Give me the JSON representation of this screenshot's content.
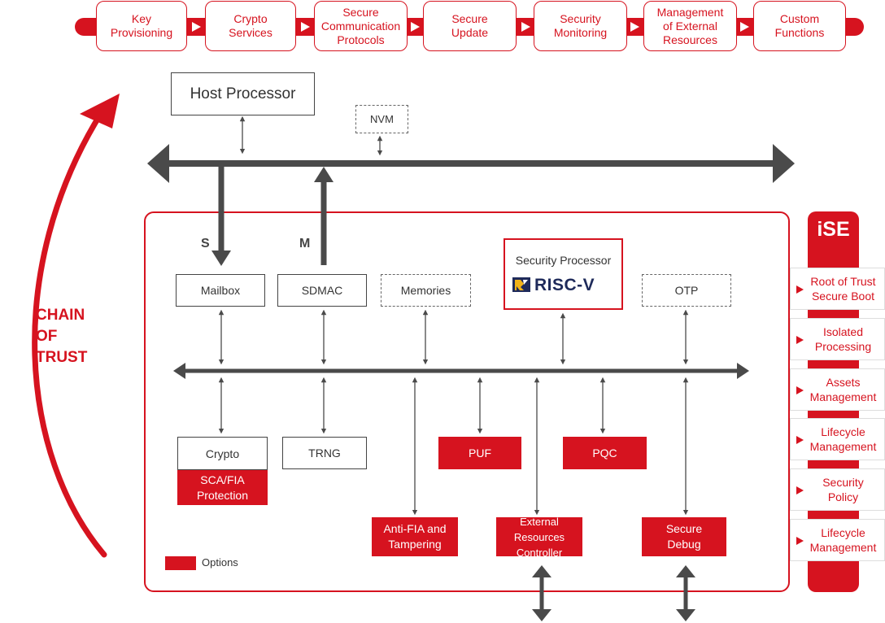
{
  "pipeline": {
    "steps": [
      "Key\nProvisioning",
      "Crypto\nServices",
      "Secure\nCommunication\nProtocols",
      "Secure\nUpdate",
      "Security\nMonitoring",
      "Management\nof External\nResources",
      "Custom\nFunctions"
    ]
  },
  "host_processor": "Host Processor",
  "nvm": "NVM",
  "bus_labels": {
    "slave": "S",
    "master": "M"
  },
  "chain_of_trust": "CHAIN\nOF\nTRUST",
  "blocks": {
    "mailbox": "Mailbox",
    "sdmac": "SDMAC",
    "memories": "Memories",
    "security_processor": "Security Processor",
    "riscv": "RISC-V",
    "otp": "OTP",
    "crypto": "Crypto",
    "sca_fia": "SCA/FIA Protection",
    "trng": "TRNG",
    "puf": "PUF",
    "pqc": "PQC",
    "anti_fia": "Anti-FIA and\nTampering",
    "ext_res_ctrl": "External Resources\nController",
    "secure_debug": "Secure\nDebug"
  },
  "legend": {
    "options": "Options"
  },
  "ise": {
    "title": "iSE",
    "items": [
      "Root of Trust\nSecure Boot",
      "Isolated\nProcessing",
      "Assets\nManagement",
      "Lifecycle\nManagement",
      "Security\nPolicy",
      "Lifecycle\nManagement"
    ]
  },
  "colors": {
    "accent": "#d6131f",
    "bus": "#4a4a4a"
  }
}
